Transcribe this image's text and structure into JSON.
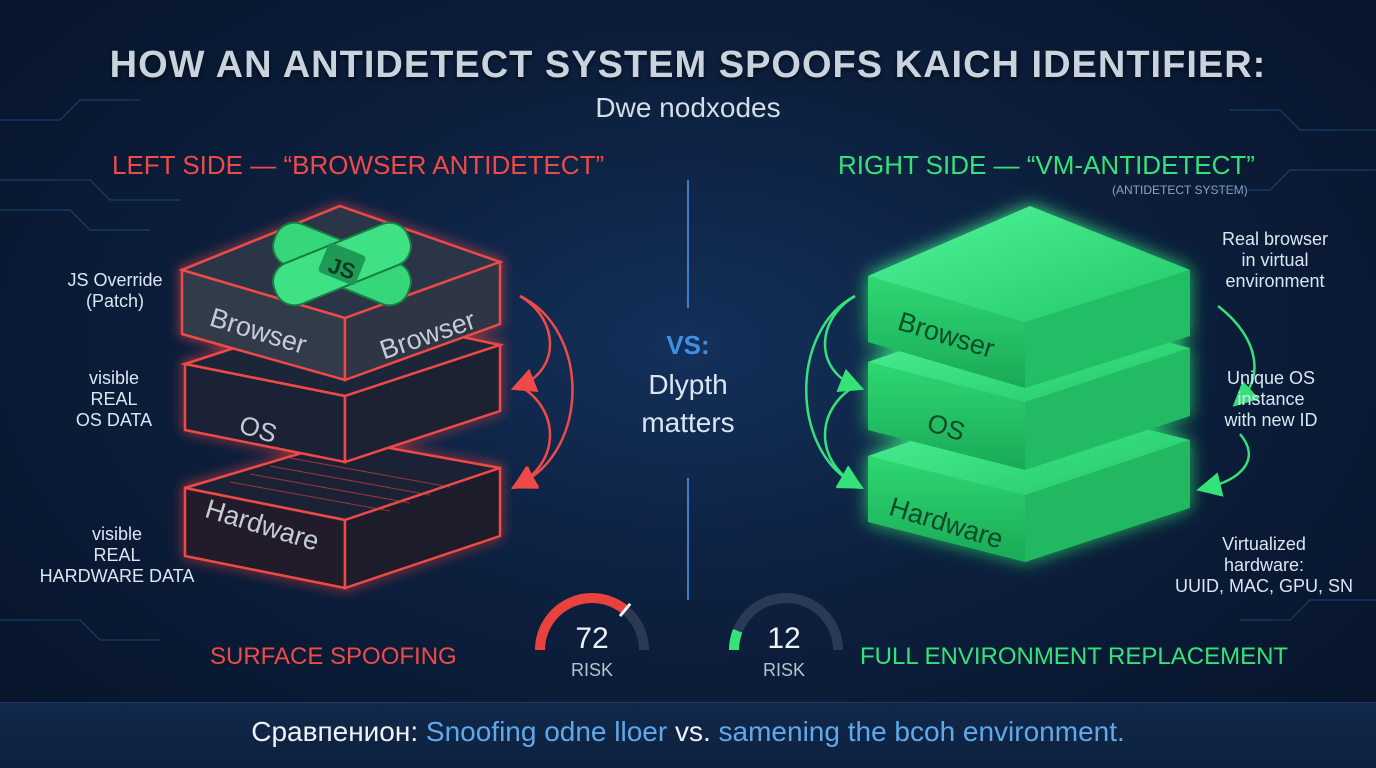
{
  "title": "HOW AN ANTIDETECT SYSTEM SPOOFS KAICH IDENTIFIER:",
  "subtitle": "Dwe nodxodes",
  "left": {
    "heading": "LEFT SIDE — “BROWSER ANTIDETECT”",
    "layers": {
      "browser_a": "Browser",
      "browser_b": "Browser",
      "os": "OS",
      "hardware": "Hardware"
    },
    "patch_label": "JS",
    "annotations": [
      "JS Override\n(Patch)",
      "visible\nREAL\nOS DATA",
      "visible\nREAL\nHARDWARE DATA"
    ],
    "bottom_label": "SURFACE SPOOFING",
    "color": "#ef4a47"
  },
  "right": {
    "heading": "RIGHT SIDE — “VM-ANTIDETECT”",
    "subheading": "(ANTIDETECT SYSTEM)",
    "layers": {
      "browser": "Browser",
      "os": "OS",
      "hardware": "Hardware"
    },
    "annotations": [
      "Real browser\nin virtual\nenvironment",
      "Unique OS\ninstance\nwith new ID",
      "Virtualized\nhardware:\nUUID, MAC, GPU, SN"
    ],
    "bottom_label": "FULL ENVIRONMENT REPLACEMENT",
    "color": "#35e27a"
  },
  "center": {
    "vs": "VS:",
    "caption": "Dlypth\nmatters"
  },
  "gauges": [
    {
      "value": "72",
      "label": "RISK",
      "fraction": 0.72,
      "color": "#e8413e"
    },
    {
      "value": "12",
      "label": "RISK",
      "fraction": 0.12,
      "color": "#35e27a"
    }
  ],
  "footer": {
    "part1": "Сравпенион: ",
    "part2": "Snoofing odne lloer",
    "part3": " vs. ",
    "part4": "samening the bcoh environment."
  }
}
